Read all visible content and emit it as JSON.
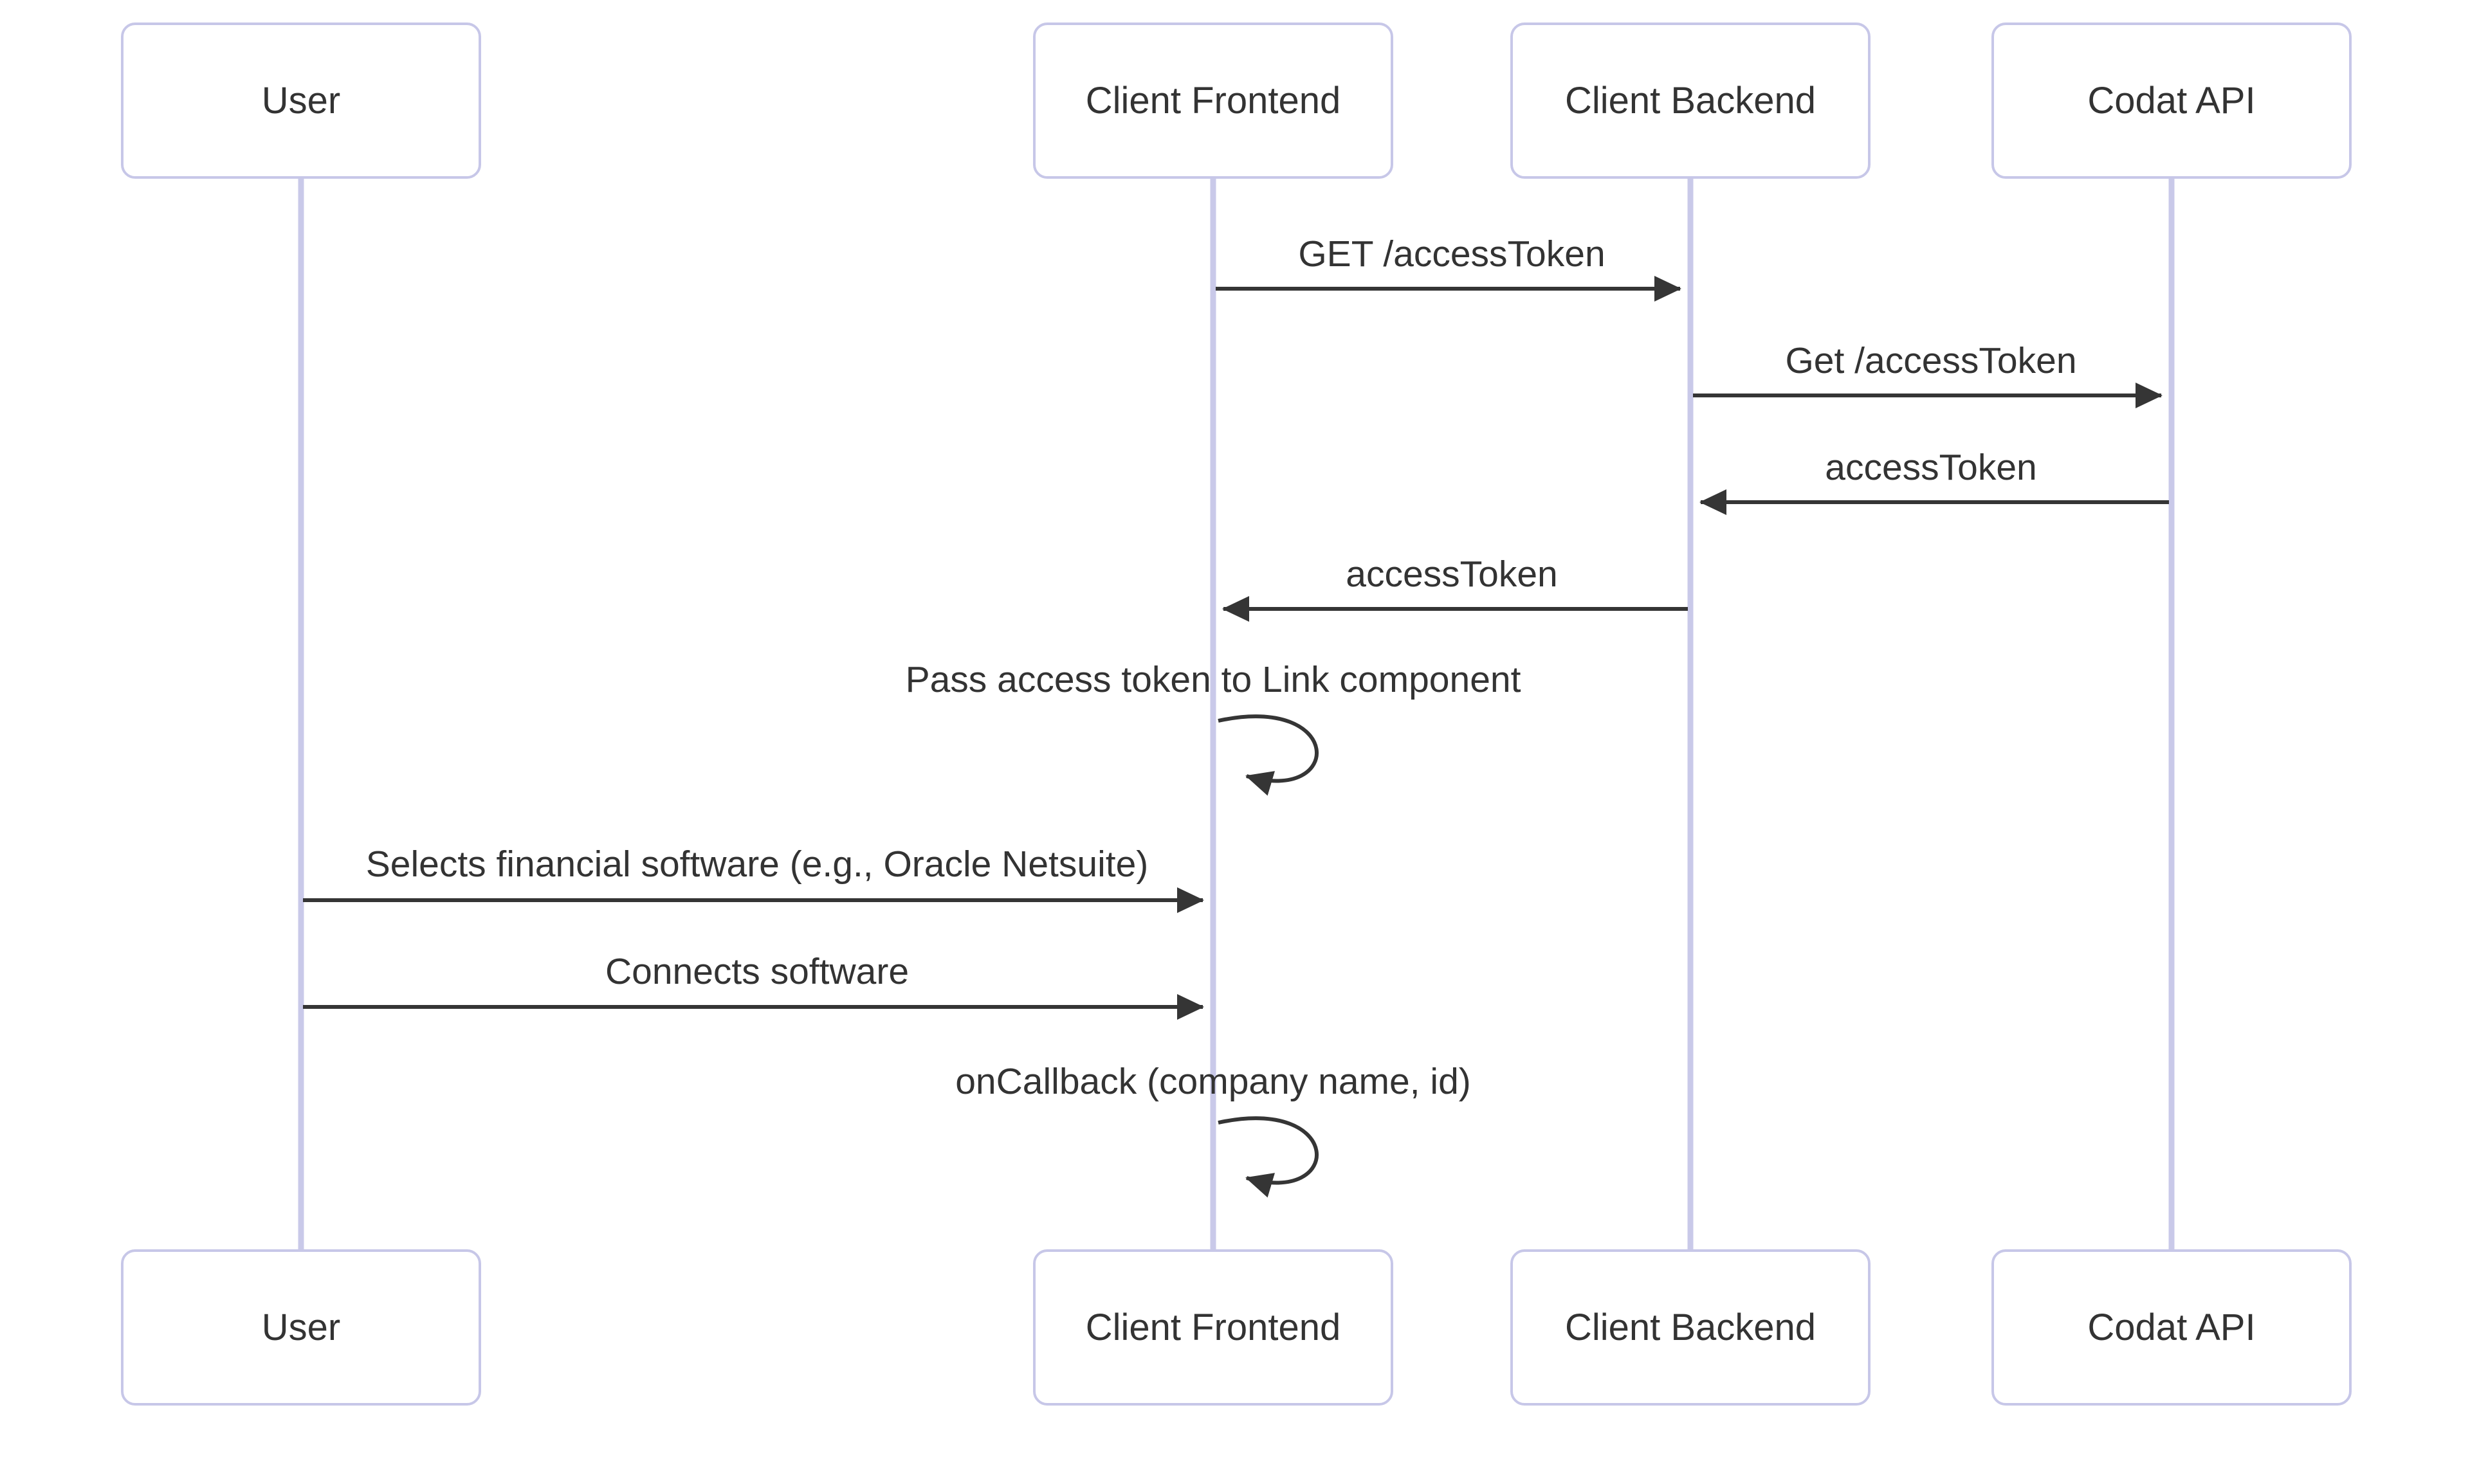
{
  "diagram": {
    "kind": "sequence-diagram",
    "colors": {
      "canvas_bg": "#FFFFFF",
      "actor_fill": "#FFFFFF",
      "actor_border": "#C7C7E8",
      "lifeline_color": "#C9C9E9",
      "arrow_color": "#353535",
      "text_color": "#333333"
    },
    "actors": [
      {
        "id": "user",
        "label": "User"
      },
      {
        "id": "client-frontend",
        "label": "Client Frontend"
      },
      {
        "id": "client-backend",
        "label": "Client Backend"
      },
      {
        "id": "codat-api",
        "label": "Codat API"
      }
    ],
    "messages": [
      {
        "index": 1,
        "from": "client-frontend",
        "to": "client-backend",
        "type": "solid-arrow",
        "label": "GET /accessToken"
      },
      {
        "index": 2,
        "from": "client-backend",
        "to": "codat-api",
        "type": "solid-arrow",
        "label": "Get /accessToken"
      },
      {
        "index": 3,
        "from": "codat-api",
        "to": "client-backend",
        "type": "solid-arrow",
        "label": "accessToken"
      },
      {
        "index": 4,
        "from": "client-backend",
        "to": "client-frontend",
        "type": "solid-arrow",
        "label": "accessToken"
      },
      {
        "index": 5,
        "from": "client-frontend",
        "to": "client-frontend",
        "type": "self-loop",
        "label": "Pass access token to Link component"
      },
      {
        "index": 6,
        "from": "user",
        "to": "client-frontend",
        "type": "solid-arrow",
        "label": "Selects financial software (e.g., Oracle Netsuite)"
      },
      {
        "index": 7,
        "from": "user",
        "to": "client-frontend",
        "type": "solid-arrow",
        "label": "Connects software"
      },
      {
        "index": 8,
        "from": "client-frontend",
        "to": "client-frontend",
        "type": "self-loop",
        "label": "onCallback (company name, id)"
      }
    ]
  }
}
